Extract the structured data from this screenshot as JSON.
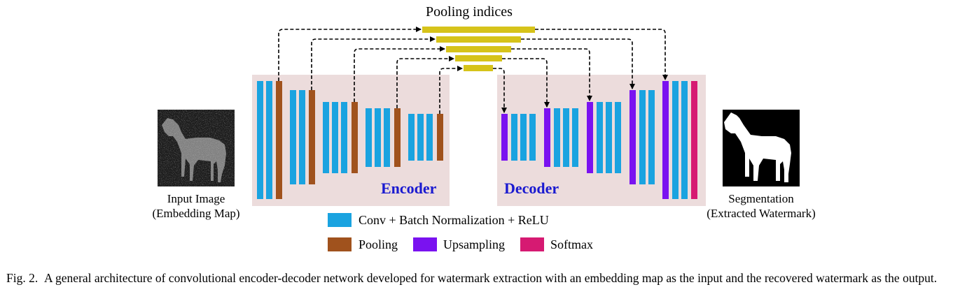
{
  "title": "Pooling indices",
  "encoder_label": "Encoder",
  "decoder_label": "Decoder",
  "input": {
    "line1": "Input Image",
    "line2": "(Embedding Map)"
  },
  "output": {
    "line1": "Segmentation",
    "line2": "(Extracted Watermark)"
  },
  "legend": {
    "conv": "Conv + Batch Normalization + ReLU",
    "pooling": "Pooling",
    "upsampling": "Upsampling",
    "softmax": "Softmax"
  },
  "colors": {
    "conv": "#1aa3e0",
    "pooling": "#a0521d",
    "upsampling": "#7a12f0",
    "softmax": "#d61a72",
    "indices": "#d6c31a",
    "panel": "#ecdcdc",
    "label": "#1a1ad0"
  },
  "caption": {
    "prefix": "Fig. 2.",
    "text": "A general architecture of convolutional encoder-decoder network developed for watermark extraction with an embedding map as the input and the recovered watermark as the output."
  }
}
